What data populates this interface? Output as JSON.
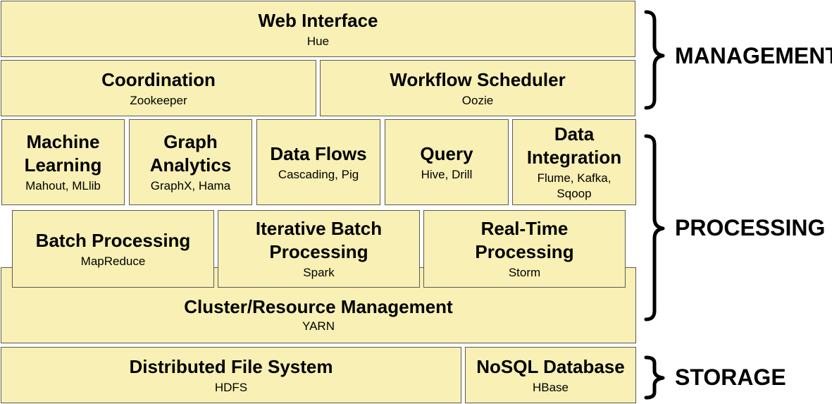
{
  "layers": {
    "web_interface": {
      "title": "Web Interface",
      "sub": "Hue"
    },
    "coordination": {
      "title": "Coordination",
      "sub": "Zookeeper"
    },
    "workflow": {
      "title": "Workflow Scheduler",
      "sub": "Oozie"
    },
    "machine_learning": {
      "title": "Machine Learning",
      "sub": "Mahout, MLlib"
    },
    "graph_analytics": {
      "title": "Graph Analytics",
      "sub": "GraphX, Hama"
    },
    "data_flows": {
      "title": "Data Flows",
      "sub": "Cascading, Pig"
    },
    "query": {
      "title": "Query",
      "sub": "Hive, Drill"
    },
    "data_integration": {
      "title": "Data Integration",
      "sub": "Flume, Kafka, Sqoop"
    },
    "batch": {
      "title": "Batch Processing",
      "sub": "MapReduce"
    },
    "iterative": {
      "title": "Iterative Batch Processing",
      "sub": "Spark"
    },
    "realtime": {
      "title": "Real-Time Processing",
      "sub": "Storm"
    },
    "cluster": {
      "title": "Cluster/Resource Management",
      "sub": "YARN"
    },
    "dfs": {
      "title": "Distributed File System",
      "sub": "HDFS"
    },
    "nosql": {
      "title": "NoSQL Database",
      "sub": "HBase"
    }
  },
  "groups": {
    "management": "MANAGEMENT",
    "processing": "PROCESSING",
    "storage": "STORAGE"
  },
  "colors": {
    "box_fill": "#f8f0b4",
    "box_border": "#5a5a5a",
    "text": "#000000"
  }
}
